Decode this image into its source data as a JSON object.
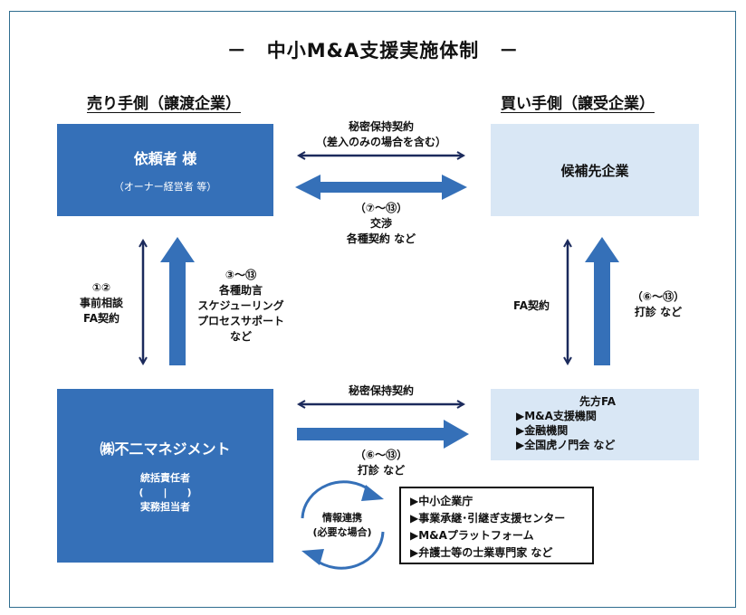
{
  "title": "－　中小M&A支援実施体制　－",
  "seller_heading": "売り手側（譲渡企業）",
  "buyer_heading": "買い手側（譲受企業）",
  "client_box": {
    "name": "依頼者 様",
    "sub": "（オーナー経営者 等）"
  },
  "candidate_box": {
    "name": "候補先企業"
  },
  "firm_box": {
    "name": "㈱不二マネジメント",
    "role1": "統括責任者",
    "role2": "(　　|　　)",
    "role3": "実務担当者"
  },
  "counter_fa_box": {
    "name": "先方FA",
    "items": [
      "▶M&A支援機関",
      "▶金融機関",
      "▶全国虎ノ門会 など"
    ]
  },
  "labels": {
    "nda_top_1": "秘密保持契約",
    "nda_top_2": "（差入のみの場合を含む）",
    "negotiation_1": "（⑦～⑬）",
    "negotiation_2": "交渉",
    "negotiation_3": "各種契約 など",
    "pre_1": "①②",
    "pre_2": "事前相談",
    "pre_3": "FA契約",
    "advice_1": "③～⑬",
    "advice_2": "各種助言",
    "advice_3": "スケジューリング",
    "advice_4": "プロセスサポート",
    "advice_5": "など",
    "fa_contract": "FA契約",
    "sounding_r_1": "（⑥～⑬）",
    "sounding_r_2": "打診 など",
    "nda_bottom": "秘密保持契約",
    "sounding_b_1": "（⑥～⑬）",
    "sounding_b_2": "打診 など",
    "info_1": "情報連携",
    "info_2": "(必要な場合)"
  },
  "partner_list": [
    "▶中小企業庁",
    "▶事業承継･引継ぎ支援センター",
    "▶M&Aプラットフォーム",
    "▶弁護士等の士業専門家 など"
  ],
  "colors": {
    "dark_blue": "#3570b8",
    "light_blue": "#d9e7f5",
    "navy_arrow": "#1b2a5c",
    "frame": "#2f6d8f"
  }
}
